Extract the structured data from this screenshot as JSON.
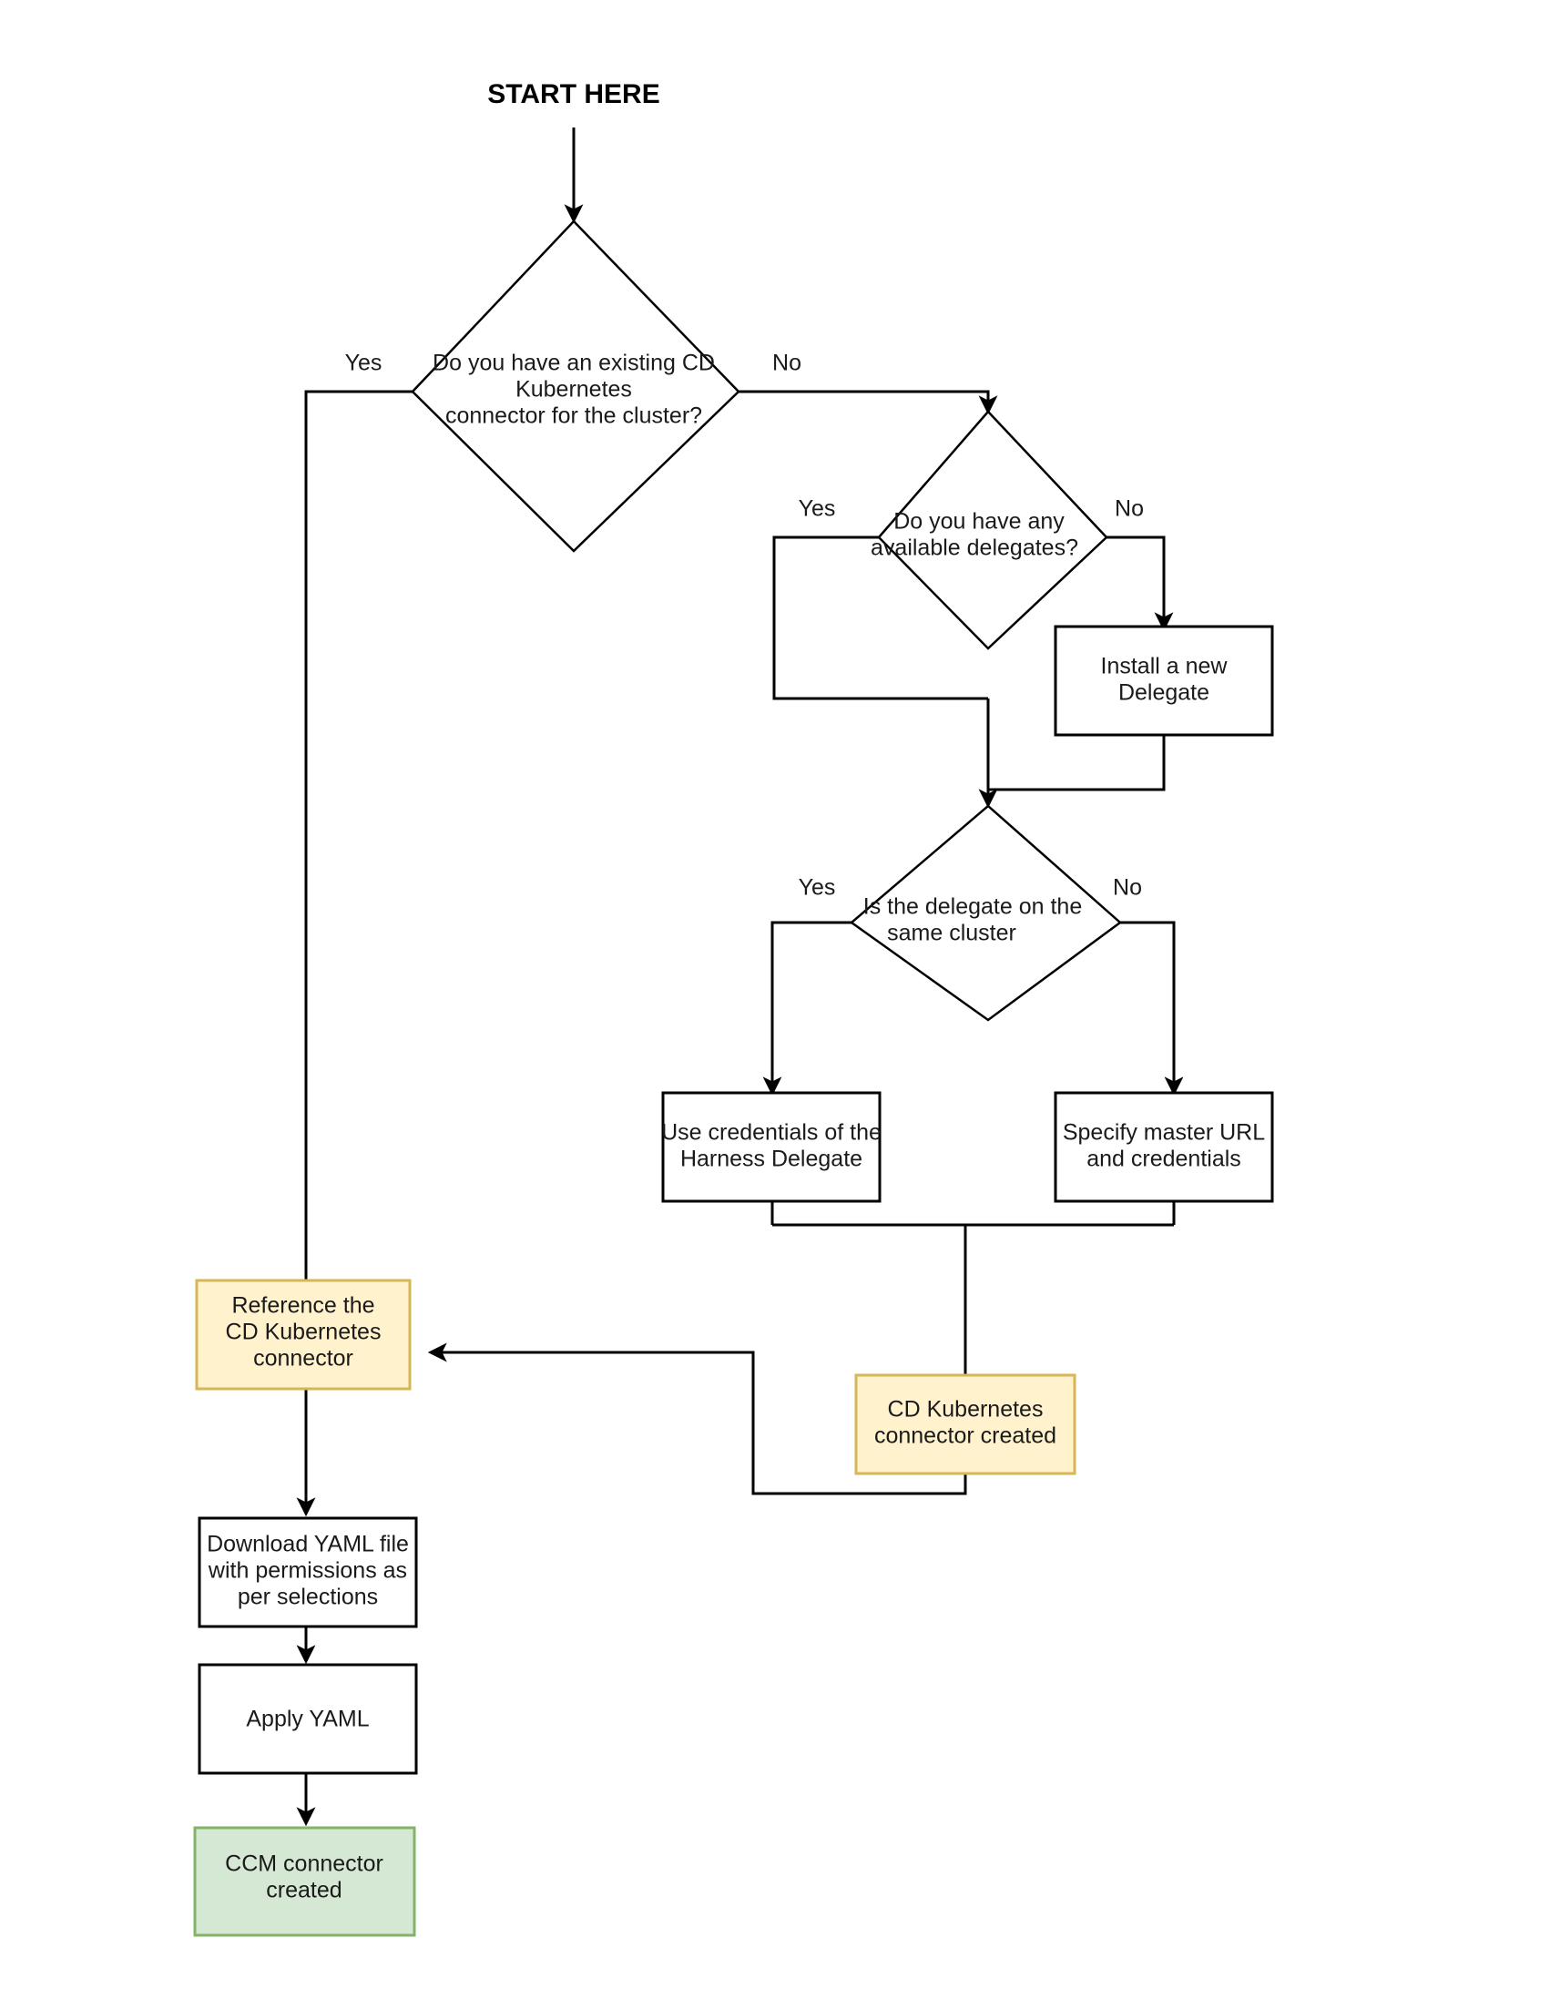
{
  "diagram": {
    "title": "CD Kubernetes / CCM connector setup flowchart",
    "start_label": "START HERE",
    "colors": {
      "line": "#000000",
      "box_fill": "#ffffff",
      "box_stroke": "#000000",
      "highlight_fill": "#fff2cc",
      "highlight_stroke": "#d6b656",
      "success_fill": "#d5e8d4",
      "success_stroke": "#82b366",
      "text": "#1a1a1a"
    },
    "nodes": [
      {
        "id": "decision-existing-connector",
        "type": "decision",
        "lines": [
          "Do you have an existing CD",
          "Kubernetes",
          "connector for the cluster?"
        ]
      },
      {
        "id": "decision-available-delegates",
        "type": "decision",
        "lines": [
          "Do you have any",
          "available delegates?"
        ]
      },
      {
        "id": "decision-delegate-same-cluster",
        "type": "decision",
        "lines": [
          "Is the delegate on the",
          "same cluster"
        ]
      },
      {
        "id": "process-install-delegate",
        "type": "process",
        "lines": [
          "Install a new",
          "Delegate"
        ]
      },
      {
        "id": "process-use-harness-credentials",
        "type": "process",
        "lines": [
          "Use credentials of the",
          "Harness Delegate"
        ]
      },
      {
        "id": "process-specify-master-url",
        "type": "process",
        "lines": [
          "Specify master URL",
          "and credentials"
        ]
      },
      {
        "id": "result-cd-connector-created",
        "type": "highlight",
        "lines": [
          "CD Kubernetes",
          "connector created"
        ]
      },
      {
        "id": "process-reference-connector",
        "type": "highlight",
        "lines": [
          "Reference the",
          "CD Kubernetes",
          "connector"
        ]
      },
      {
        "id": "process-download-yaml",
        "type": "process",
        "lines": [
          "Download YAML file",
          "with permissions as",
          "per selections"
        ]
      },
      {
        "id": "process-apply-yaml",
        "type": "process",
        "lines": [
          "Apply YAML"
        ]
      },
      {
        "id": "result-ccm-connector-created",
        "type": "success",
        "lines": [
          "CCM connector",
          "created"
        ]
      }
    ],
    "edge_labels": {
      "existing_connector_yes": "Yes",
      "existing_connector_no": "No",
      "delegates_yes": "Yes",
      "delegates_no": "No",
      "same_cluster_yes": "Yes",
      "same_cluster_no": "No"
    }
  }
}
